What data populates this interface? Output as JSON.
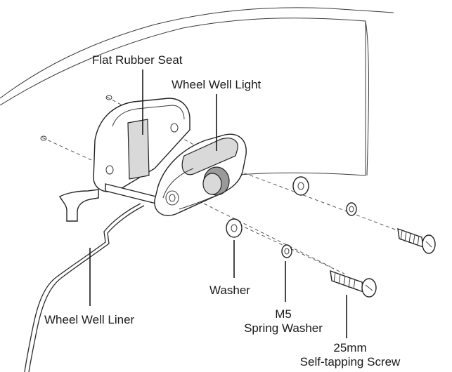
{
  "labels": {
    "flat_rubber_seat": "Flat Rubber Seat",
    "wheel_well_light": "Wheel Well Light",
    "washer": "Washer",
    "spring_washer_line1": "M5",
    "spring_washer_line2": "Spring Washer",
    "screw_line1": "25mm",
    "screw_line2": "Self-tapping Screw",
    "wheel_well_liner": "Wheel Well Liner"
  }
}
